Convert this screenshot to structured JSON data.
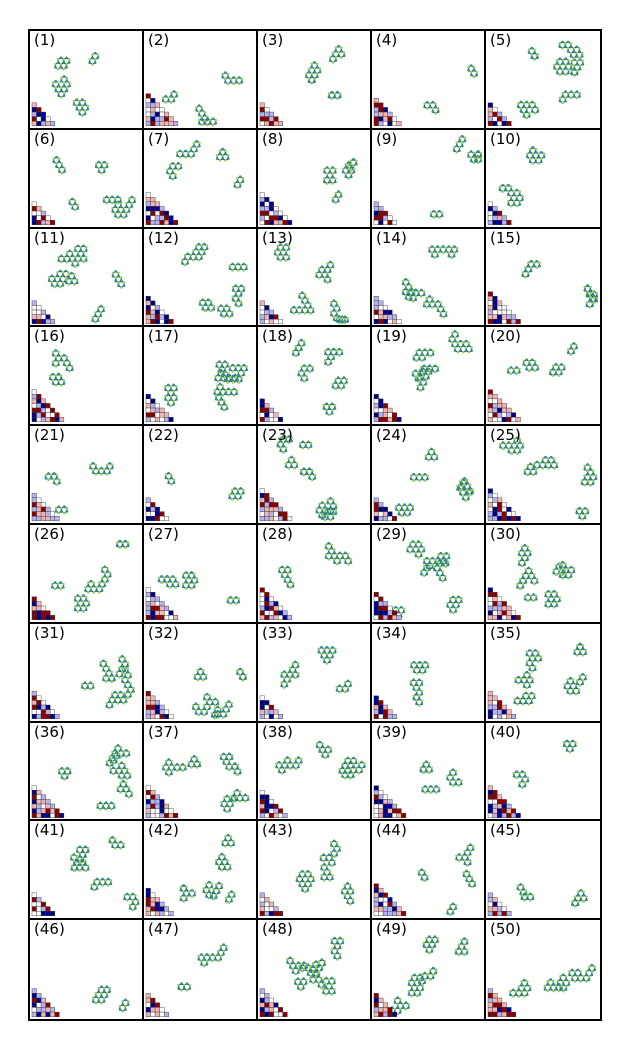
{
  "figure": {
    "columns": 5,
    "rows": 10,
    "panels": [
      {
        "label": "(1)"
      },
      {
        "label": "(2)"
      },
      {
        "label": "(3)"
      },
      {
        "label": "(4)"
      },
      {
        "label": "(5)"
      },
      {
        "label": "(6)"
      },
      {
        "label": "(7)"
      },
      {
        "label": "(8)"
      },
      {
        "label": "(9)"
      },
      {
        "label": "(10)"
      },
      {
        "label": "(11)"
      },
      {
        "label": "(12)"
      },
      {
        "label": "(13)"
      },
      {
        "label": "(14)"
      },
      {
        "label": "(15)"
      },
      {
        "label": "(16)"
      },
      {
        "label": "(17)"
      },
      {
        "label": "(18)"
      },
      {
        "label": "(19)"
      },
      {
        "label": "(20)"
      },
      {
        "label": "(21)"
      },
      {
        "label": "(22)"
      },
      {
        "label": "(23)"
      },
      {
        "label": "(24)"
      },
      {
        "label": "(25)"
      },
      {
        "label": "(26)"
      },
      {
        "label": "(27)"
      },
      {
        "label": "(28)"
      },
      {
        "label": "(29)"
      },
      {
        "label": "(30)"
      },
      {
        "label": "(31)"
      },
      {
        "label": "(32)"
      },
      {
        "label": "(33)"
      },
      {
        "label": "(34)"
      },
      {
        "label": "(35)"
      },
      {
        "label": "(36)"
      },
      {
        "label": "(37)"
      },
      {
        "label": "(38)"
      },
      {
        "label": "(39)"
      },
      {
        "label": "(40)"
      },
      {
        "label": "(41)"
      },
      {
        "label": "(42)"
      },
      {
        "label": "(43)"
      },
      {
        "label": "(44)"
      },
      {
        "label": "(45)"
      },
      {
        "label": "(46)"
      },
      {
        "label": "(47)"
      },
      {
        "label": "(48)"
      },
      {
        "label": "(49)"
      },
      {
        "label": "(50)"
      }
    ]
  },
  "colors": {
    "node_fill": "#8fd16a",
    "node_inner": "#2f8f8f",
    "node_edge": "#1b2a5a",
    "triangle_red": "#8b0000",
    "triangle_blue": "#00008b",
    "triangle_pink": "#f2b3b3",
    "triangle_light_blue": "#b3b3f2",
    "panel_border": "#000000",
    "background": "#ffffff"
  }
}
